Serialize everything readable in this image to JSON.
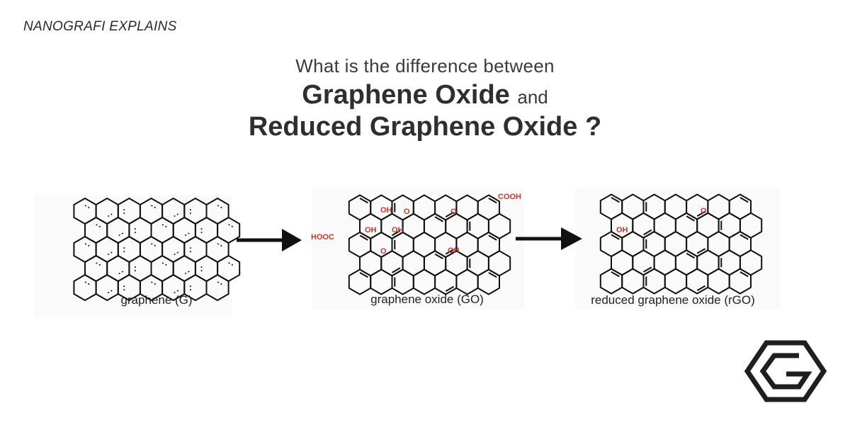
{
  "brand_tag": "NANOGRAFI EXPLAINS",
  "title": {
    "line1": "What is the difference between",
    "line2_bold": "Graphene Oxide",
    "line2_connector": "and",
    "line3_bold": "Reduced Graphene Oxide ?"
  },
  "panels": [
    {
      "caption": "graphene (G)"
    },
    {
      "caption": "graphene oxide (GO)"
    },
    {
      "caption": "reduced graphene oxide (rGO)"
    }
  ],
  "functional_groups": {
    "go": [
      "OH",
      "O",
      "O",
      "COOH",
      "HOOC",
      "OH",
      "OH",
      "O",
      "OH"
    ],
    "rgo": [
      "O",
      "OH"
    ]
  },
  "colors": {
    "functional_group": "#c0392b",
    "structure": "#111111",
    "text": "#2c2c2c"
  },
  "icons": [
    "arrow-right-icon",
    "arrow-right-icon",
    "nanografi-logo-icon"
  ]
}
